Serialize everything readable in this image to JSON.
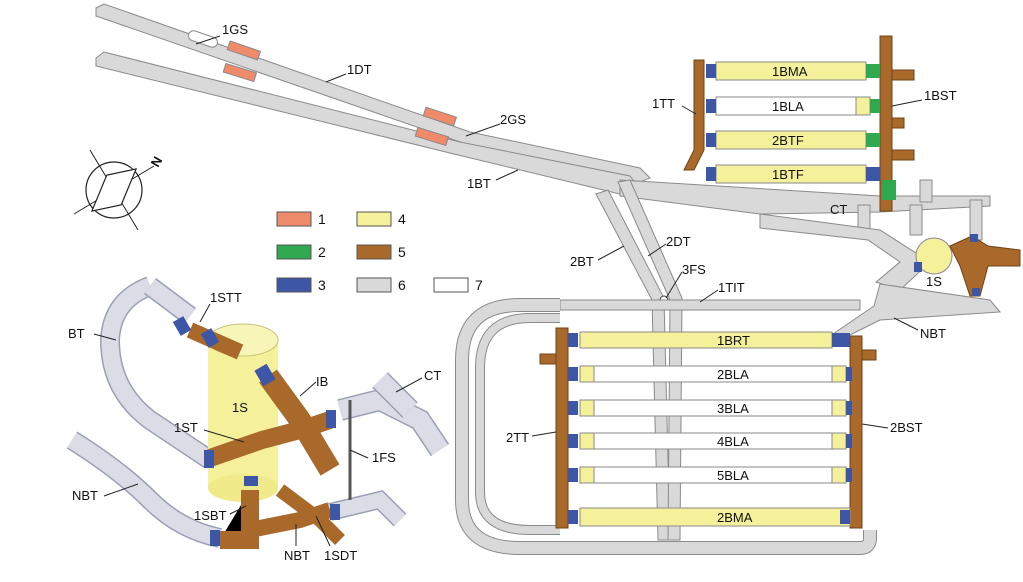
{
  "legend": {
    "items": [
      {
        "key": "1",
        "color": "#ef8a6b"
      },
      {
        "key": "2",
        "color": "#2fa84f"
      },
      {
        "key": "3",
        "color": "#3d56a6"
      },
      {
        "key": "4",
        "color": "#f5f09a"
      },
      {
        "key": "5",
        "color": "#a8692a"
      },
      {
        "key": "6",
        "color": "#d9d9d9"
      },
      {
        "key": "7",
        "color": "#ffffff"
      }
    ]
  },
  "colors": {
    "gate_red": "#ef8a6b",
    "plug_green": "#2fa84f",
    "plug_blue": "#3d56a6",
    "cavern_yellow": "#f5f09a",
    "shaft_brown": "#a8692a",
    "tunnel_grey": "#d9d9d9",
    "tunnel_white": "#ffffff",
    "iso_grey": "#dcdce6"
  },
  "compass": {
    "north": "N"
  },
  "labels": {
    "gs1": "1GS",
    "dt1": "1DT",
    "gs2": "2GS",
    "bt1": "1BT",
    "tt1": "1TT",
    "bst1": "1BST",
    "bma1": "1BMA",
    "bla1": "1BLA",
    "btf2": "2BTF",
    "btf1": "1BTF",
    "ct": "CT",
    "bt2": "2BT",
    "dt2": "2DT",
    "fs3": "3FS",
    "tit1": "1TIT",
    "s1": "1S",
    "nbt": "NBT",
    "brt1": "1BRT",
    "bla2": "2BLA",
    "bla3": "3BLA",
    "bla4": "4BLA",
    "bla5": "5BLA",
    "bma2": "2BMA",
    "tt2": "2TT",
    "bst2": "2BST"
  },
  "iso_labels": {
    "stt1": "1STT",
    "bt": "BT",
    "ib": "IB",
    "ct": "CT",
    "s1": "1S",
    "st1": "1ST",
    "fs1": "1FS",
    "nbt_left": "NBT",
    "sbt1": "1SBT",
    "nbt_bottom": "NBT",
    "sdt1": "1SDT"
  }
}
